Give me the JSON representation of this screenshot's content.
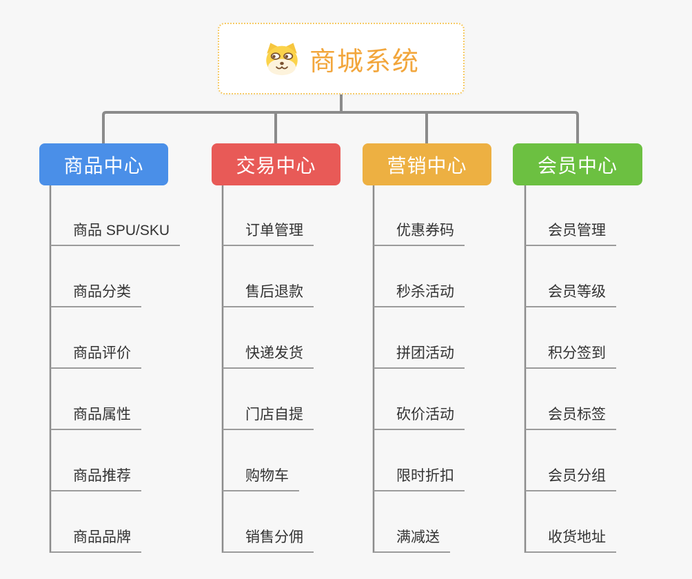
{
  "root": {
    "label": "商城系统",
    "icon": "shiba-dog-icon"
  },
  "branches": [
    {
      "label": "商品中心",
      "color": "#4a8fe8",
      "items": [
        "商品 SPU/SKU",
        "商品分类",
        "商品评价",
        "商品属性",
        "商品推荐",
        "商品品牌"
      ]
    },
    {
      "label": "交易中心",
      "color": "#e85a57",
      "items": [
        "订单管理",
        "售后退款",
        "快递发货",
        "门店自提",
        "购物车",
        "销售分佣"
      ]
    },
    {
      "label": "营销中心",
      "color": "#edb042",
      "items": [
        "优惠券码",
        "秒杀活动",
        "拼团活动",
        "砍价活动",
        "限时折扣",
        "满减送"
      ]
    },
    {
      "label": "会员中心",
      "color": "#6cc041",
      "items": [
        "会员管理",
        "会员等级",
        "积分签到",
        "会员标签",
        "会员分组",
        "收货地址"
      ]
    }
  ],
  "colors": {
    "background": "#f7f7f7",
    "connector": "#8b8b8b",
    "underline": "#9b9b9b",
    "root_border": "#f6ca64",
    "root_text": "#f2a63c",
    "leaf_text": "#333333"
  }
}
